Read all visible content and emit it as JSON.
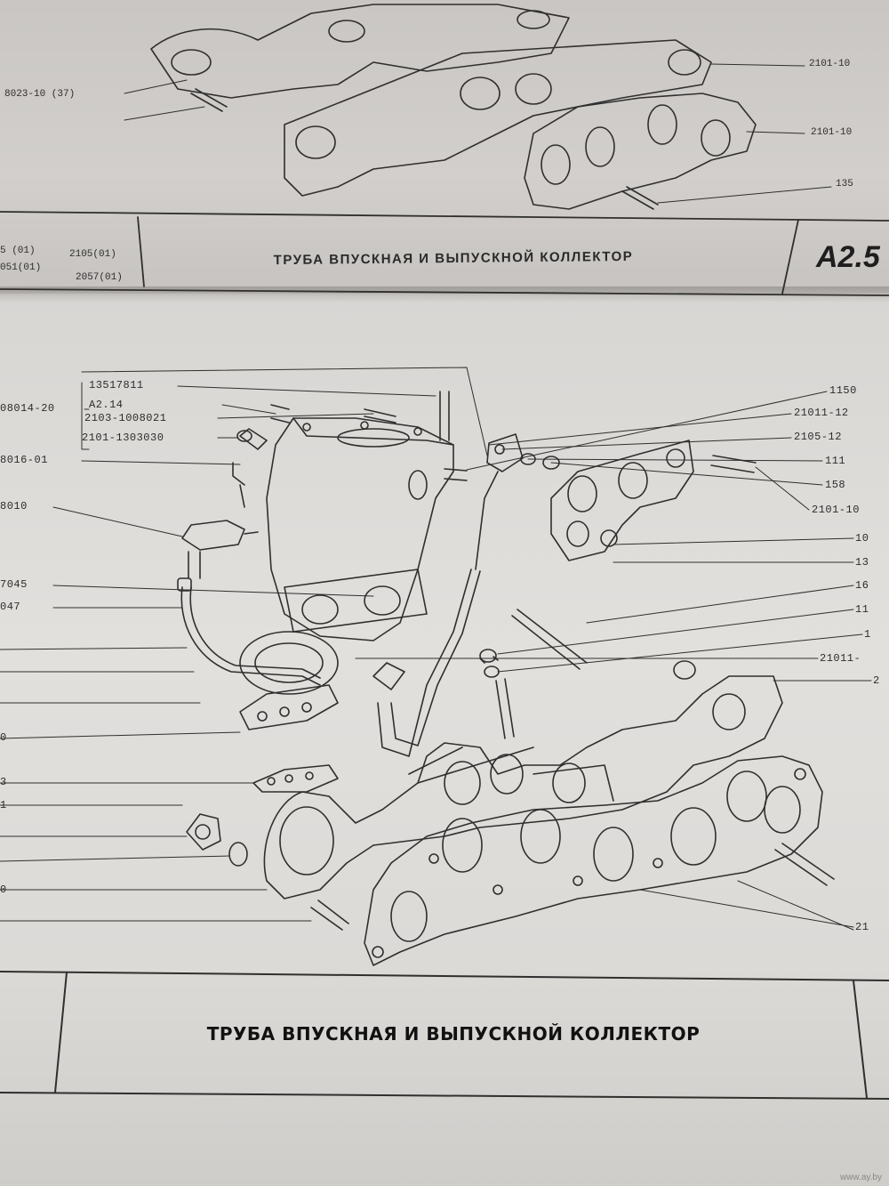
{
  "header": {
    "title": "ТРУБА ВПУСКНАЯ И ВЫПУСКНОЙ КОЛЛЕКТОР",
    "code": "A2.5",
    "models": [
      "5 (01)",
      "2105(01)",
      "051(01)",
      "2057(01)"
    ]
  },
  "top_callouts": {
    "left": [
      "8023-10 (37)"
    ],
    "right": [
      "2101-10",
      "2101-10",
      "135"
    ]
  },
  "callouts_left_block": [
    "13517811",
    "A2.14",
    "2103-1008021",
    "2101-1303030"
  ],
  "callouts_left": [
    "08014-20",
    "8016-01",
    "8010",
    "7045",
    "047",
    "0",
    "3",
    "1",
    "0"
  ],
  "callouts_right": [
    "1150",
    "21011-12",
    "2105-12",
    "111",
    "158",
    "2101-10",
    "10",
    "13",
    "16",
    "11",
    "1",
    "21011-",
    "2",
    "21"
  ],
  "footer": {
    "title": "ТРУБА ВПУСКНАЯ И ВЫПУСКНОЙ КОЛЛЕКТОР"
  },
  "watermark": "www.ay.by"
}
